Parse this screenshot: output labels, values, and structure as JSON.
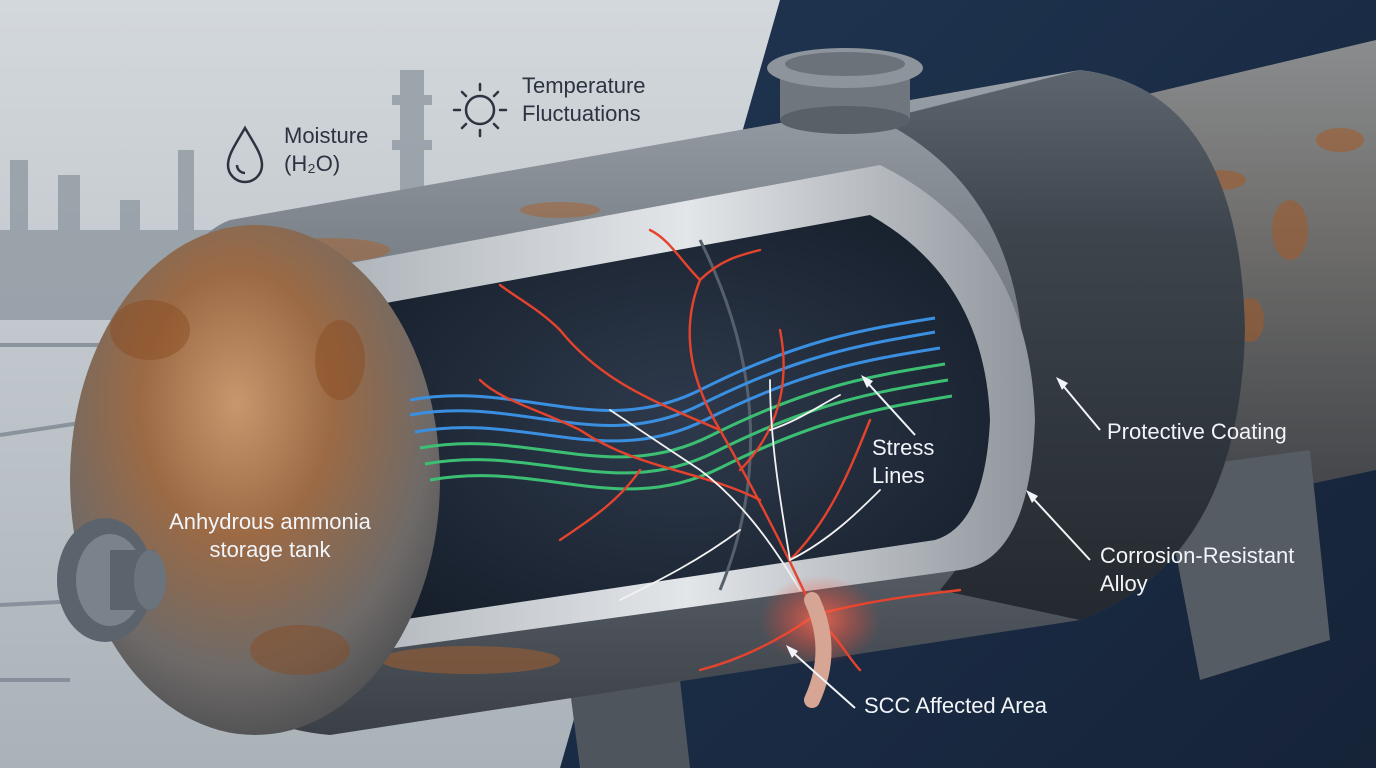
{
  "labels": {
    "moisture": {
      "line1": "Moisture",
      "line2": "(H₂O)"
    },
    "temperature": {
      "line1": "Temperature",
      "line2": "Fluctuations"
    },
    "tank": {
      "line1": "Anhydrous ammonia",
      "line2": "storage tank"
    },
    "stress": {
      "line1": "Stress",
      "line2": "Lines"
    },
    "coating": {
      "line1": "Protective Coating"
    },
    "alloy": {
      "line1": "Corrosion-Resistant",
      "line2": "Alloy"
    },
    "scc": {
      "line1": "SCC Affected Area"
    }
  },
  "icons": {
    "moisture": "water-drop-icon",
    "temperature": "sun-icon"
  },
  "colors": {
    "sky_light": "#c9cfd4",
    "sky_dark": "#1d2e45",
    "tank_metal": "#7b828c",
    "rust": "#b0622a",
    "crack_red": "#e5432d",
    "crack_white": "#f2f2f2",
    "stress_blue": "#3a8fe0",
    "stress_green": "#3cbf73",
    "coating": "#3a4149"
  }
}
